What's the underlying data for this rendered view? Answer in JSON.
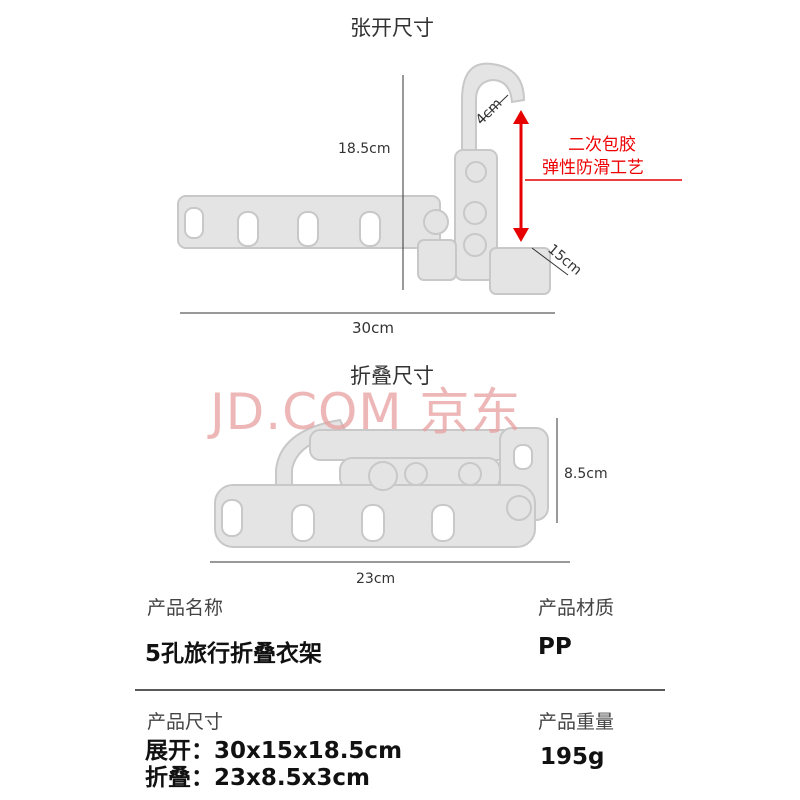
{
  "open_section": {
    "title": "张开尺寸",
    "height": "18.5cm",
    "width": "30cm",
    "hook_depth": "4cm",
    "depth": "15cm",
    "feature_line1": "二次包胶",
    "feature_line2": "弹性防滑工艺"
  },
  "folded_section": {
    "title": "折叠尺寸",
    "height": "8.5cm",
    "width": "23cm"
  },
  "watermark": "JD.COM 京东",
  "specs": {
    "name_label": "产品名称",
    "name_value": "5孔旅行折叠衣架",
    "material_label": "产品材质",
    "material_value": "PP",
    "size_label": "产品尺寸",
    "size_open": "展开：30x15x18.5cm",
    "size_folded": "折叠：23x8.5x3cm",
    "weight_label": "产品重量",
    "weight_value": "195g"
  },
  "colors": {
    "accent": "#e60000",
    "product": "#e2e2e2"
  }
}
